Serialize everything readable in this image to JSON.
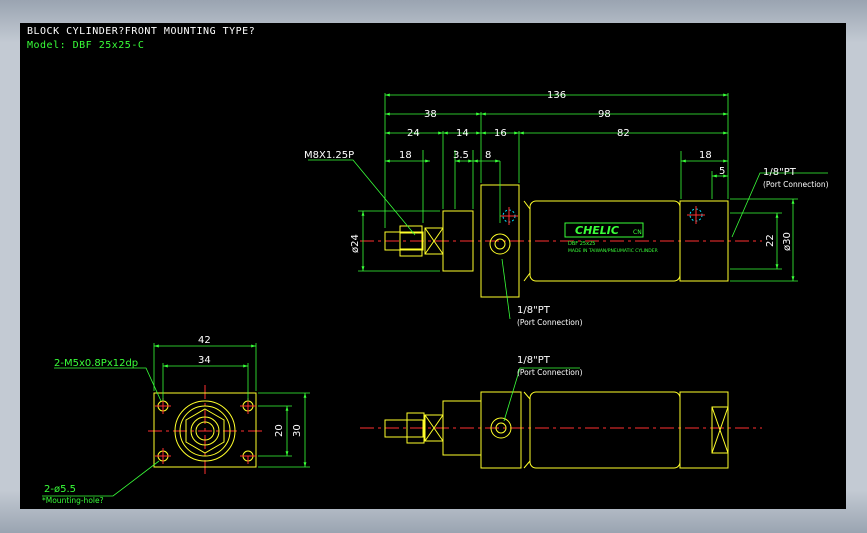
{
  "header": {
    "title": "BLOCK CYLINDER?FRONT MOUNTING TYPE?",
    "model": "Model: DBF 25x25-C"
  },
  "dimensions": {
    "overall_length": "136",
    "front_length": "38",
    "rear_length": "98",
    "d24": "24",
    "d14": "14",
    "d16": "16",
    "d82": "82",
    "d18_left": "18",
    "d3_5": "3.5",
    "d8": "8",
    "d18_right": "18",
    "d5": "5",
    "dia24": "ø24",
    "d22": "22",
    "dia30": "ø30",
    "end_42": "42",
    "end_34": "34",
    "end_20": "20",
    "end_30": "30"
  },
  "callouts": {
    "rod_thread": "M8X1.25P",
    "port_front": "1/8\"PT",
    "port_front_sub": "(Port Connection)",
    "port_rear": "1/8\"PT",
    "port_rear_sub": "(Port Connection)",
    "port_bottom": "1/8\"PT",
    "port_bottom_sub": "(Port Connection)",
    "tapped_holes": "2-M5x0.8Px12dp",
    "mount_holes": "2-ø5.5",
    "mount_holes_sub": "*Mounting-hole?"
  },
  "label": {
    "brand": "CHELIC",
    "brand_code": "CN",
    "line1": "DBF 25x25",
    "line2": "MADE IN TAIWAN/PNEUMATIC CYLINDER"
  },
  "colors": {
    "line": "#39ff39",
    "yellow": "#ffff2a",
    "centerline": "#ff3030",
    "text": "#ffffff",
    "port": "#00e5ff"
  }
}
